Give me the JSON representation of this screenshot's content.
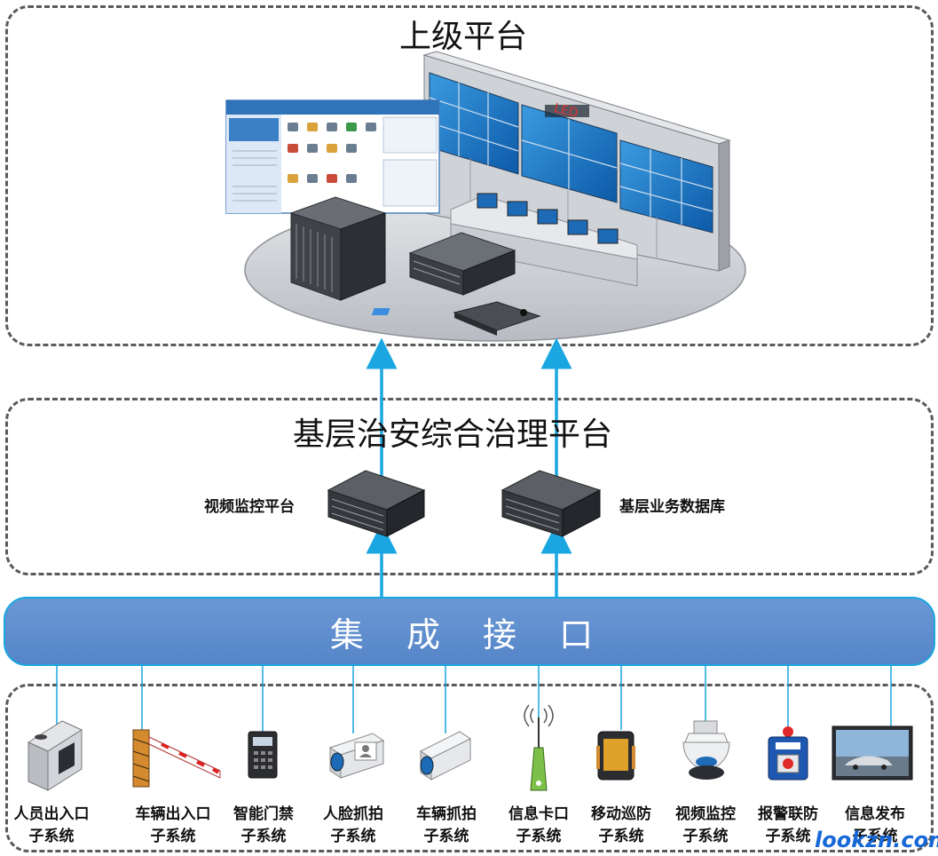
{
  "top_platform": {
    "title": "上级平台",
    "led_text": "LED"
  },
  "middle_platform": {
    "title": "基层治安综合治理平台",
    "server_left_label": "视频监控平台",
    "server_right_label": "基层业务数据库"
  },
  "bus": {
    "label": "集 成 接 口"
  },
  "subsystems": [
    {
      "name_line1": "人员出入口",
      "name_line2": "子系统",
      "icon": "turnstile-icon"
    },
    {
      "name_line1": "车辆出入口",
      "name_line2": "子系统",
      "icon": "barrier-gate-icon"
    },
    {
      "name_line1": "智能门禁",
      "name_line2": "子系统",
      "icon": "access-keypad-icon"
    },
    {
      "name_line1": "人脸抓拍",
      "name_line2": "子系统",
      "icon": "face-camera-icon"
    },
    {
      "name_line1": "车辆抓拍",
      "name_line2": "子系统",
      "icon": "bullet-camera-icon"
    },
    {
      "name_line1": "信息卡口",
      "name_line2": "子系统",
      "icon": "antenna-icon"
    },
    {
      "name_line1": "移动巡防",
      "name_line2": "子系统",
      "icon": "handheld-terminal-icon"
    },
    {
      "name_line1": "视频监控",
      "name_line2": "子系统",
      "icon": "dome-camera-icon"
    },
    {
      "name_line1": "报警联防",
      "name_line2": "子系统",
      "icon": "alarm-box-icon"
    },
    {
      "name_line1": "信息发布",
      "name_line2": "子系统",
      "icon": "display-screen-icon"
    }
  ],
  "watermark": "lookzn.com",
  "colors": {
    "bus": "#5a88cc",
    "arrow": "#1aa6e0",
    "dash": "#5a5a5a"
  }
}
